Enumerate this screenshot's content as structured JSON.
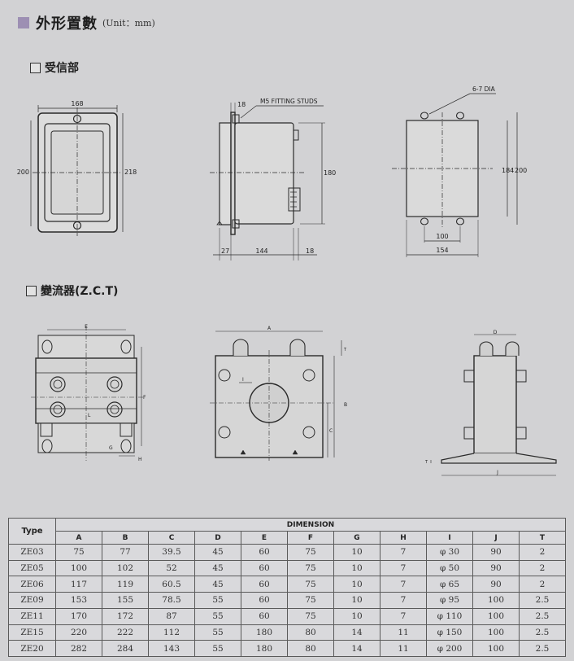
{
  "header": {
    "title": "外形置數",
    "unit": "(Unit：mm)"
  },
  "sections": {
    "receiver": "受信部",
    "zct": "變流器(Z.C.T)"
  },
  "receiver_front": {
    "width": "168",
    "height_left": "200",
    "height_right": "218"
  },
  "receiver_side": {
    "top_dim": "18",
    "studs_label": "M5 FITTING STUDS",
    "height": "180",
    "dim_left": "27",
    "dim_mid": "144",
    "dim_right": "18"
  },
  "receiver_back": {
    "hole_label": "6-7 DIA",
    "height_inner": "184",
    "height_outer": "200",
    "hole_spacing": "100",
    "width": "154"
  },
  "zct_labels": {
    "front": {
      "E": "E",
      "F": "F",
      "G": "G",
      "H": "H",
      "L": "L"
    },
    "middle": {
      "A": "A",
      "B": "B",
      "C": "C",
      "T": "T",
      "I": "I"
    },
    "side": {
      "D": "D",
      "J": "J",
      "T": "T"
    }
  },
  "table": {
    "type_label": "Type",
    "group_label": "DIMENSION",
    "columns": [
      "A",
      "B",
      "C",
      "D",
      "E",
      "F",
      "G",
      "H",
      "I",
      "J",
      "T"
    ],
    "rows": [
      {
        "type": "ZE03",
        "values": [
          "75",
          "77",
          "39.5",
          "45",
          "60",
          "75",
          "10",
          "7",
          "φ 30",
          "90",
          "2"
        ]
      },
      {
        "type": "ZE05",
        "values": [
          "100",
          "102",
          "52",
          "45",
          "60",
          "75",
          "10",
          "7",
          "φ 50",
          "90",
          "2"
        ]
      },
      {
        "type": "ZE06",
        "values": [
          "117",
          "119",
          "60.5",
          "45",
          "60",
          "75",
          "10",
          "7",
          "φ 65",
          "90",
          "2"
        ]
      },
      {
        "type": "ZE09",
        "values": [
          "153",
          "155",
          "78.5",
          "55",
          "60",
          "75",
          "10",
          "7",
          "φ 95",
          "100",
          "2.5"
        ]
      },
      {
        "type": "ZE11",
        "values": [
          "170",
          "172",
          "87",
          "55",
          "60",
          "75",
          "10",
          "7",
          "φ 110",
          "100",
          "2.5"
        ]
      },
      {
        "type": "ZE15",
        "values": [
          "220",
          "222",
          "112",
          "55",
          "180",
          "80",
          "14",
          "11",
          "φ 150",
          "100",
          "2.5"
        ]
      },
      {
        "type": "ZE20",
        "values": [
          "282",
          "284",
          "143",
          "55",
          "180",
          "80",
          "14",
          "11",
          "φ 200",
          "100",
          "2.5"
        ]
      }
    ]
  }
}
